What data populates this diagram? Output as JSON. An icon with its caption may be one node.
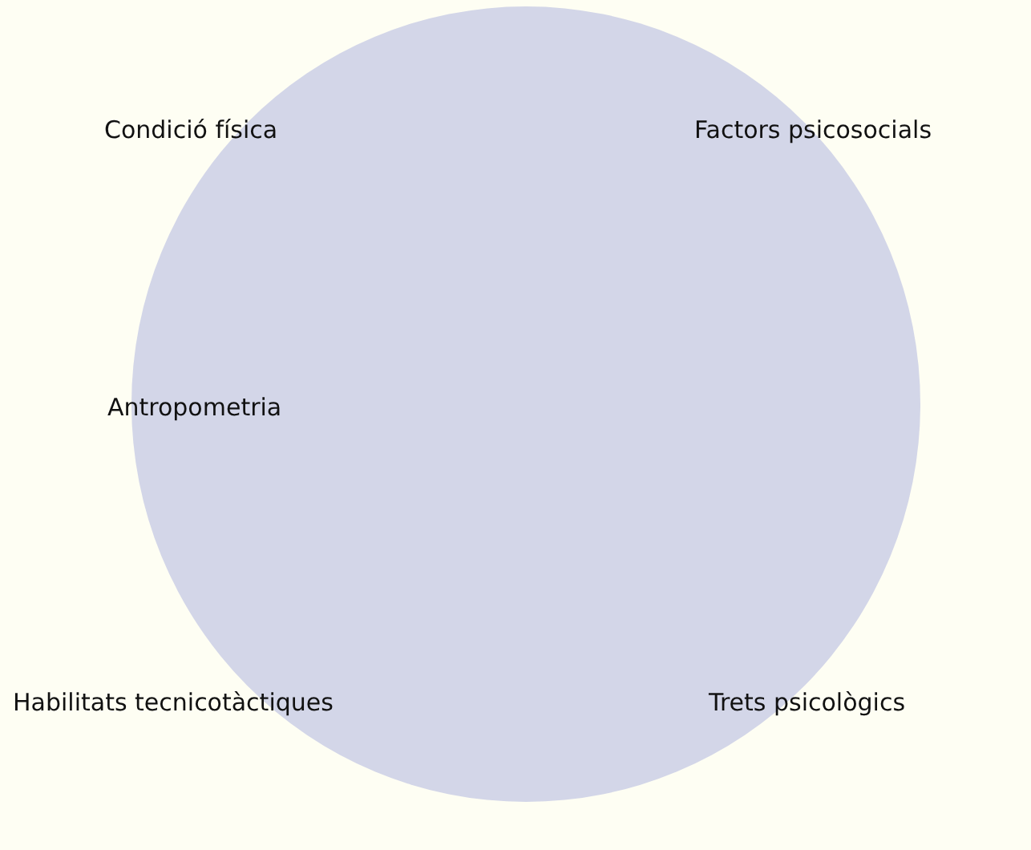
{
  "diagram": {
    "labels": [
      "Condició física",
      "Factors psicosocials",
      "Antropometria",
      "Habilitats tecnicotàctiques",
      "Trets psicològics"
    ]
  }
}
